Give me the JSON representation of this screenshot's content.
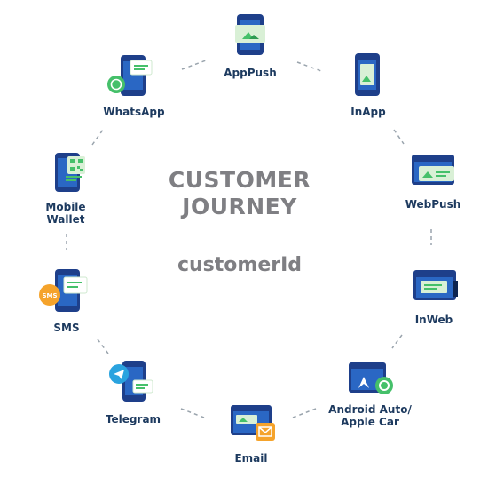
{
  "center": {
    "title_line1": "CUSTOMER",
    "title_line2": "JOURNEY",
    "identifier": "customerId"
  },
  "channels": [
    {
      "label": "AppPush",
      "icon": "phone-icon"
    },
    {
      "label": "InApp",
      "icon": "phone-icon"
    },
    {
      "label": "WebPush",
      "icon": "browser-window-icon"
    },
    {
      "label": "InWeb",
      "icon": "browser-window-icon"
    },
    {
      "label_line1": "Android Auto/",
      "label_line2": "Apple Car",
      "icon": "car-screen-icon"
    },
    {
      "label": "Email",
      "icon": "email-icon"
    },
    {
      "label": "Telegram",
      "icon": "telegram-icon"
    },
    {
      "label": "SMS",
      "icon": "sms-icon",
      "badge": "SMS"
    },
    {
      "label_line1": "Mobile",
      "label_line2": "Wallet",
      "icon": "qr-code-icon"
    },
    {
      "label": "WhatsApp",
      "icon": "whatsapp-icon"
    }
  ],
  "colors": {
    "navy": "#1e3f8a",
    "blue": "#2a67c4",
    "green": "#45c06a",
    "light_green": "#cfe9cf",
    "orange": "#f5a32b",
    "telegram": "#2aa3df",
    "text_dark": "#1d3a5f",
    "text_gray": "#7f7f83",
    "dash": "#9aa4ad"
  }
}
